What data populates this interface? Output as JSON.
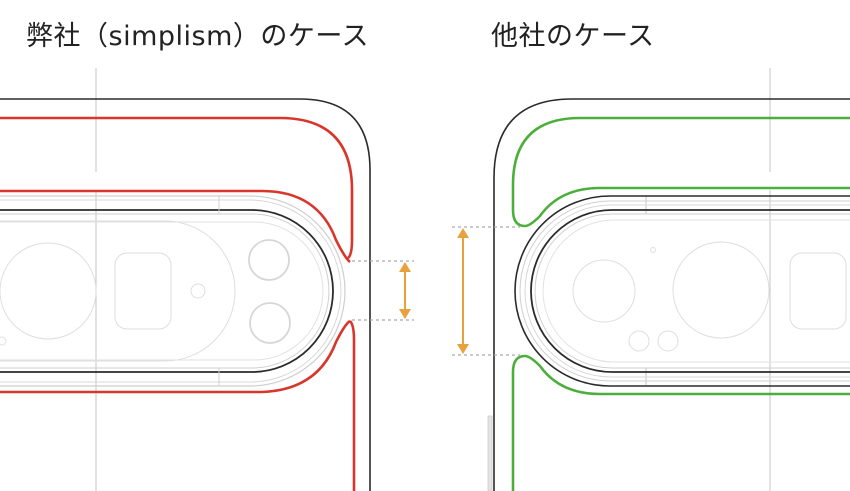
{
  "titles": {
    "left": "弊社（simplism）のケース",
    "right": "他社のケース"
  },
  "colors": {
    "simplism_case_outline": "#d9362b",
    "other_case_outline": "#4caf3c",
    "phone_outline": "#2b2b2b",
    "camera_detail": "#dcdcdc",
    "guide_line": "#bdbdbd",
    "dimension_arrow": "#e9a23b",
    "dimension_guide": "#aaaaaa"
  },
  "panels": [
    {
      "id": "simplism",
      "label_ref": "titles.left",
      "case_color_ref": "colors.simplism_case_outline",
      "opening": "narrow"
    },
    {
      "id": "other",
      "label_ref": "titles.right",
      "case_color_ref": "colors.other_case_outline",
      "opening": "wide"
    }
  ]
}
